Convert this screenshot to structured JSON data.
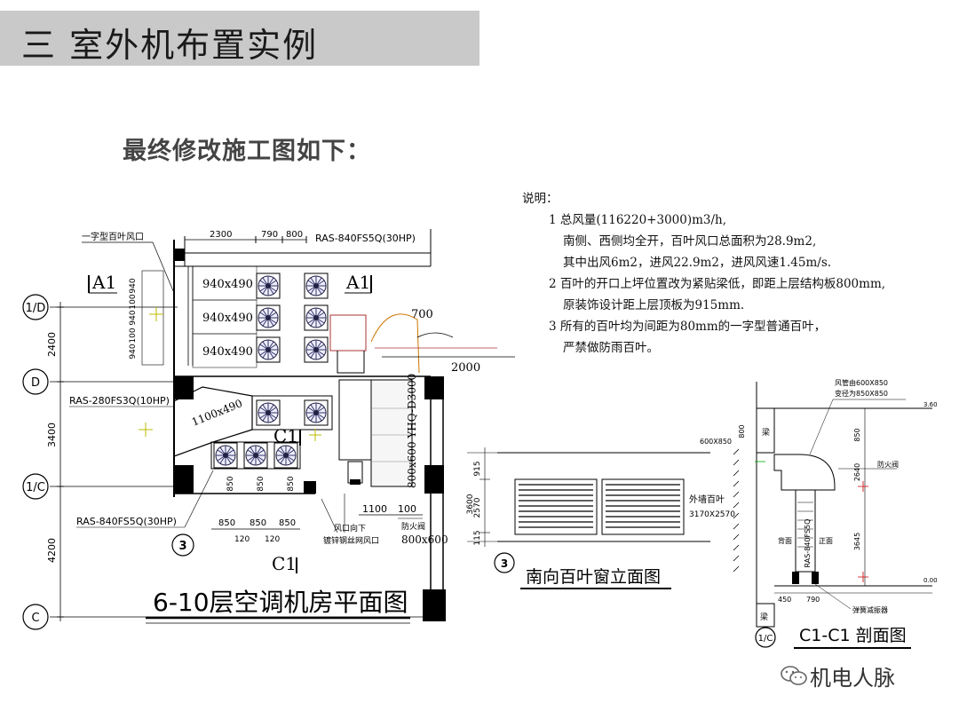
{
  "header": {
    "title": "三  室外机布置实例"
  },
  "subtitle": "最终修改施工图如下：",
  "notes": {
    "heading": "说明：",
    "lines": [
      "1 总风量(116220+3000)m3/h,",
      "南侧、西侧均全开，百叶风口总面积为28.9m2,",
      "其中出风6m2，进风22.9m2，进风风速1.45m/s.",
      "2 百叶的开口上坪位置改为紧贴梁低，即距上层结构板800mm,",
      "原装饰设计距上层顶板为915mm.",
      "3 所有的百叶均为间距为80mm的一字型普通百叶，",
      "严禁做防雨百叶。"
    ]
  },
  "plan": {
    "title": "6-10层空调机房平面图",
    "louver_label": "一字型百叶风口",
    "top_dims": [
      "2300",
      "790",
      "800"
    ],
    "unit_top": "RAS-840FS5Q(30HP)",
    "unit_mid": "RAS-280FS3Q(10HP)",
    "unit_bottom": "RAS-840FS5Q(30HP)",
    "louvers": [
      "940x490",
      "940x490",
      "940x490"
    ],
    "duct_label": "1100x490",
    "left_dims": [
      "940",
      "100",
      "940",
      "100",
      "940"
    ],
    "axes": [
      "1/D",
      "D",
      "1/C",
      "C"
    ],
    "axis_dims": [
      "2400",
      "3400",
      "4200"
    ],
    "sections": [
      "A1",
      "A1",
      "C1",
      "C1"
    ],
    "bottom_dims": [
      "850",
      "850",
      "850"
    ],
    "bottom_sub": [
      "120",
      "120"
    ],
    "vert_dims": [
      "850",
      "850",
      "850"
    ],
    "circle_label": "3",
    "right_dims": [
      "700",
      "2000"
    ],
    "duct_vert": "800x600 YHQ-D3000",
    "dim_1100": "1100",
    "dim_100": "100",
    "outlet_note_1": "风口向下",
    "outlet_note_2": "镀锌钢丝网风口",
    "fire_valve": "防火阀",
    "box_size": "800x600"
  },
  "elevation": {
    "title": "南向百叶窗立面图",
    "dims": [
      "915",
      "3600",
      "2570",
      "115"
    ],
    "circle_label": "3"
  },
  "section": {
    "title": "C1-C1 剖面图",
    "duct_note_1": "风管由600X850",
    "duct_note_2": "变径为850X850",
    "fire_valve": "防火阀",
    "beam": "梁",
    "beam2": "梁",
    "size_label": "600X850",
    "wall_louver_1": "外墙百叶",
    "wall_louver_2": "3170X2570",
    "unit_label": "RAS-840FS5Q",
    "front": "背面",
    "back": "正面",
    "mount": "弹簧减振器",
    "dims": [
      "800",
      "850",
      "2640",
      "3645",
      "790",
      "450"
    ],
    "levels": [
      "3.60",
      "0.00"
    ],
    "axis": "1/C"
  },
  "watermark": "机电人脉"
}
